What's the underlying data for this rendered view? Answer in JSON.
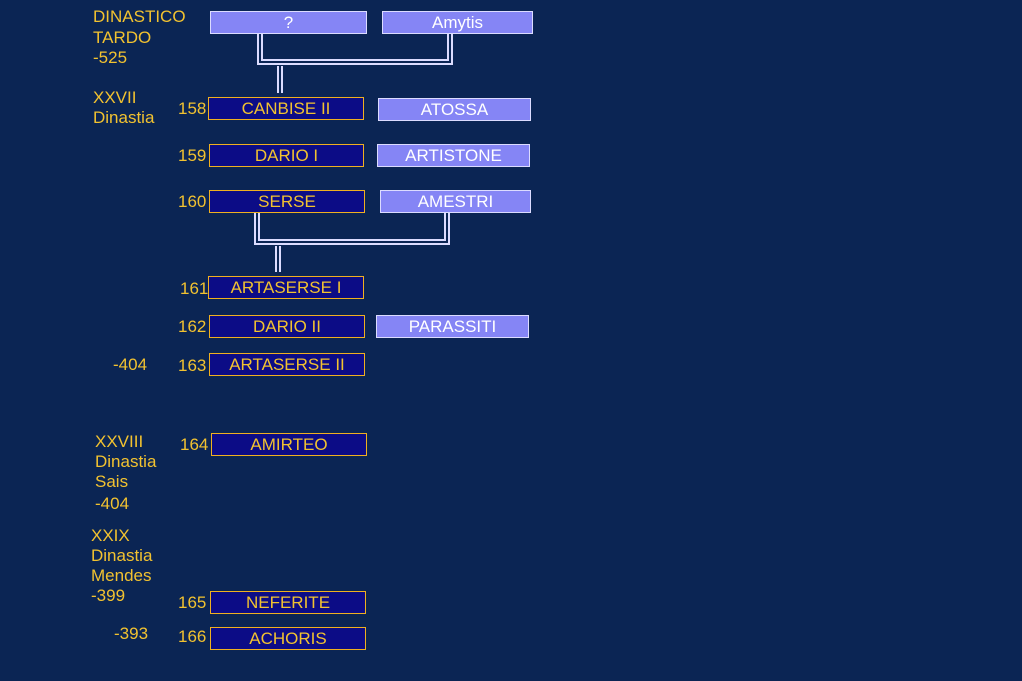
{
  "left_labels": {
    "dinastico": "DINASTICO",
    "tardo": "TARDO",
    "y525": "-525",
    "xxvii": "XXVII",
    "dinastia1": "Dinastia",
    "y404a": "-404",
    "xxviii": "XXVIII",
    "dinastia2": "Dinastia",
    "sais": "Sais",
    "y404b": "-404",
    "xxix": "XXIX",
    "dinastia3": "Dinastia",
    "mendes": "Mendes",
    "y399": "-399",
    "y393": "-393"
  },
  "parents": {
    "father": "?",
    "mother": "Amytis"
  },
  "rows": {
    "r158": {
      "num": "158",
      "pharaoh": "CANBISE  II",
      "consort": "ATOSSA"
    },
    "r159": {
      "num": "159",
      "pharaoh": "DARIO  I",
      "consort": "ARTISTONE"
    },
    "r160": {
      "num": "160",
      "pharaoh": "SERSE",
      "consort": "AMESTRI"
    },
    "r161": {
      "num": "161",
      "pharaoh": "ARTASERSE  I"
    },
    "r162": {
      "num": "162",
      "pharaoh": "DARIO  II",
      "consort": "PARASSITI"
    },
    "r163": {
      "num": "163",
      "pharaoh": "ARTASERSE  II"
    },
    "r164": {
      "num": "164",
      "pharaoh": "AMIRTEO"
    },
    "r165": {
      "num": "165",
      "pharaoh": "NEFERITE"
    },
    "r166": {
      "num": "166",
      "pharaoh": "ACHORIS"
    }
  },
  "colors": {
    "background": "#0b2554",
    "label_text": "#f2c230",
    "pharaoh_fill": "#0c0c86",
    "consort_fill": "#8585f5"
  }
}
